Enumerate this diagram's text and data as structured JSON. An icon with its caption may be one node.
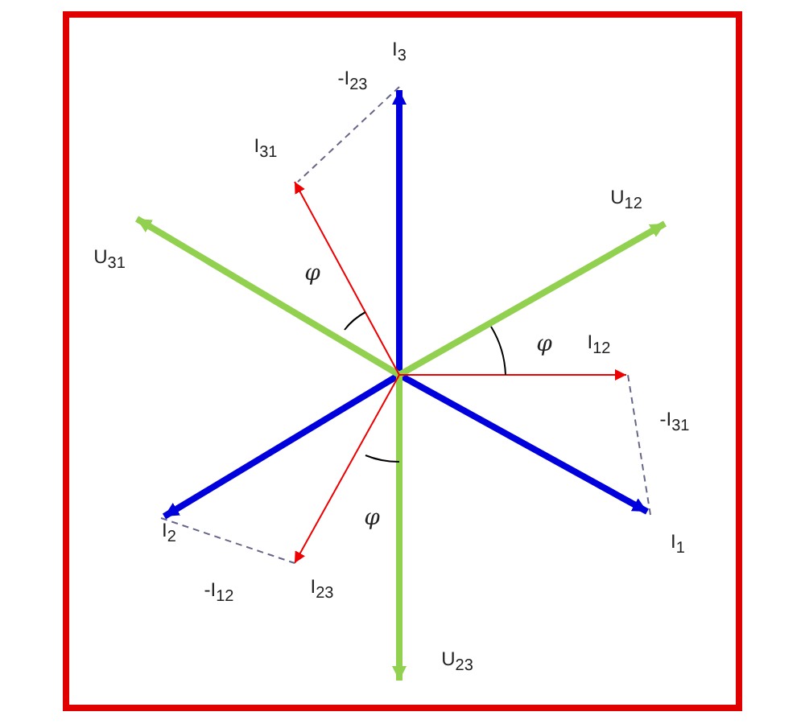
{
  "diagram": {
    "labels": [
      "I$_{3}$",
      "-I$_{23}$",
      "I$_{31}$",
      "U$_{12}$",
      "U$_{31}$",
      "φ",
      "φ",
      "I$_{12}$",
      "-I$_{31}$",
      "I$_{2}$",
      "I$_{1}$",
      "-I$_{12}$",
      "I$_{23}$",
      "φ",
      "U$_{23}$"
    ]
  }
}
